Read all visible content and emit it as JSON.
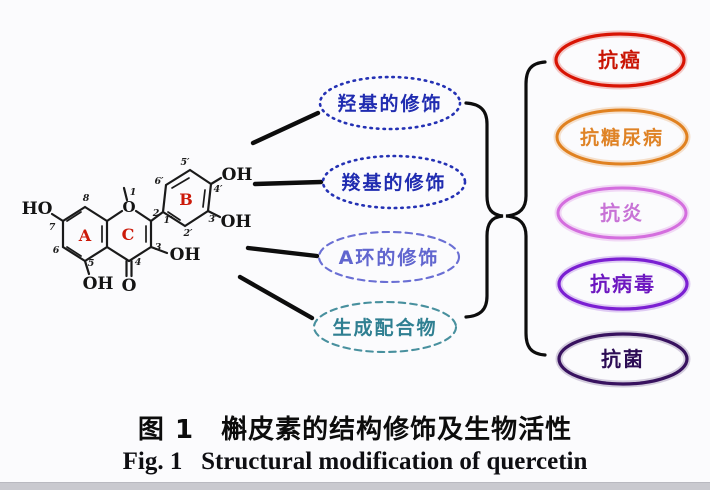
{
  "figure": {
    "caption_zh": "图 1　槲皮素的结构修饰及生物活性",
    "caption_en": "Fig. 1   Structural modification of quercetin"
  },
  "structure": {
    "name": "quercetin",
    "ring_a": "A",
    "ring_b": "B",
    "ring_c": "C",
    "ring_label_color": "#cc1a0a",
    "atoms": {
      "ho7": "HO",
      "oh5": "OH",
      "o4": "O",
      "o1": "O",
      "oh3": "OH",
      "oh4p": "OH",
      "oh3p": "OH"
    },
    "locants": {
      "n1": "1",
      "n2": "2",
      "n3": "3",
      "n4": "4",
      "n5": "5",
      "n6": "6",
      "n7": "7",
      "n8": "8",
      "n1p": "1′",
      "n2p": "2′",
      "n3p": "3′",
      "n4p": "4′",
      "n5p": "5′",
      "n6p": "6′"
    }
  },
  "modifications": [
    {
      "label": "羟基的修饰",
      "text_color": "#202cb0",
      "border_color": "#2431b4",
      "border_style": "dotted"
    },
    {
      "label": "羧基的修饰",
      "text_color": "#202cb0",
      "border_color": "#2431b4",
      "border_style": "dotted"
    },
    {
      "label": "A环的修饰",
      "text_color": "#6166cf",
      "border_color": "#6a6fd4",
      "border_style": "dashed"
    },
    {
      "label": "生成配合物",
      "text_color": "#2f7f91",
      "border_color": "#48909e",
      "border_style": "dashed"
    }
  ],
  "activities": [
    {
      "label": "抗癌",
      "text_color": "#c91504",
      "border_color": "#d81404"
    },
    {
      "label": "抗糖尿病",
      "text_color": "#df8326",
      "border_color": "#e08120"
    },
    {
      "label": "抗炎",
      "text_color": "#c873d6",
      "border_color": "#d46ede"
    },
    {
      "label": "抗病毒",
      "text_color": "#6d17c0",
      "border_color": "#7b1fd2"
    },
    {
      "label": "抗菌",
      "text_color": "#2d0d55",
      "border_color": "#38125f"
    }
  ]
}
